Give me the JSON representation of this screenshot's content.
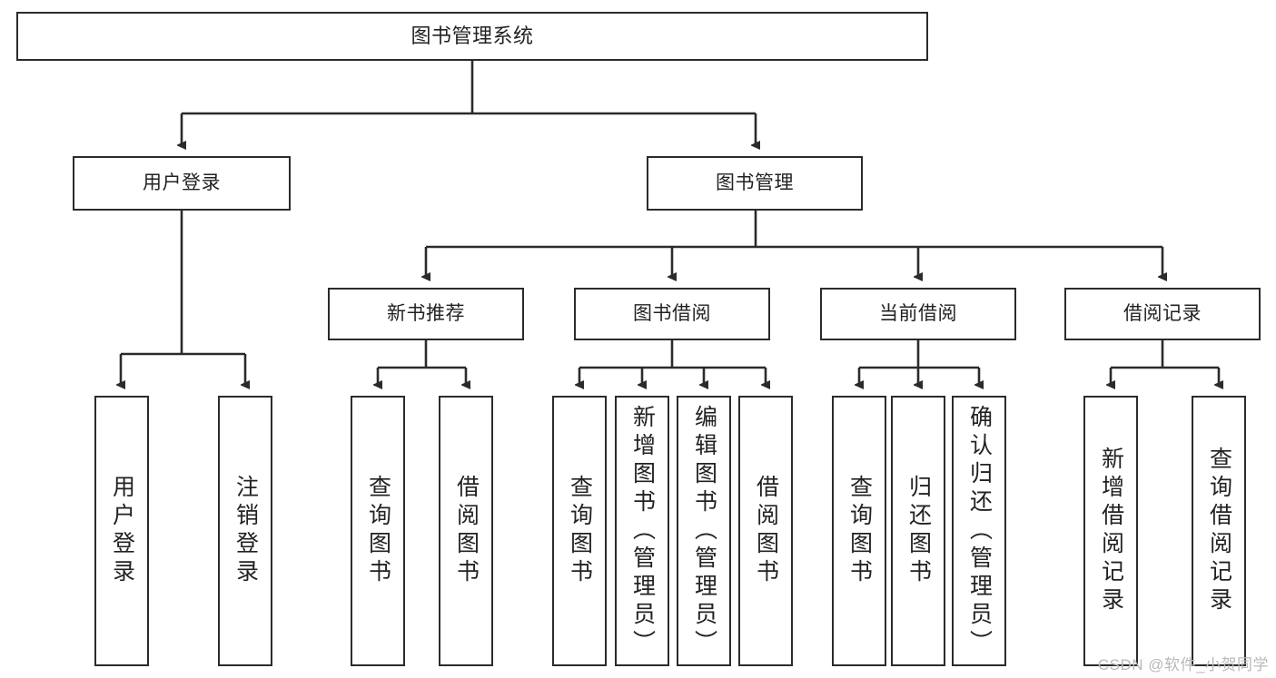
{
  "diagram": {
    "title": "图书管理系统",
    "watermark": "CSDN @软件_小贺同学",
    "colors": {
      "stroke": "#2b2b2b",
      "fill": "#ffffff",
      "text": "#222222",
      "watermark": "#b9b9b9"
    },
    "root": {
      "label": "图书管理系统"
    },
    "level2": [
      {
        "label": "用户登录"
      },
      {
        "label": "图书管理"
      }
    ],
    "level3": [
      {
        "label": "新书推荐"
      },
      {
        "label": "图书借阅"
      },
      {
        "label": "当前借阅"
      },
      {
        "label": "借阅记录"
      }
    ],
    "leaves": {
      "user_login": [
        {
          "label": "用户登录"
        },
        {
          "label": "注销登录"
        }
      ],
      "new_book_recommend": [
        {
          "label": "查询图书"
        },
        {
          "label": "借阅图书"
        }
      ],
      "book_borrow": [
        {
          "label": "查询图书"
        },
        {
          "label": "新增图书（管理员）"
        },
        {
          "label": "编辑图书（管理员）"
        },
        {
          "label": "借阅图书"
        }
      ],
      "current_borrow": [
        {
          "label": "查询图书"
        },
        {
          "label": "归还图书"
        },
        {
          "label": "确认归还（管理员）"
        }
      ],
      "borrow_record": [
        {
          "label": "新增借阅记录"
        },
        {
          "label": "查询借阅记录"
        }
      ]
    }
  }
}
